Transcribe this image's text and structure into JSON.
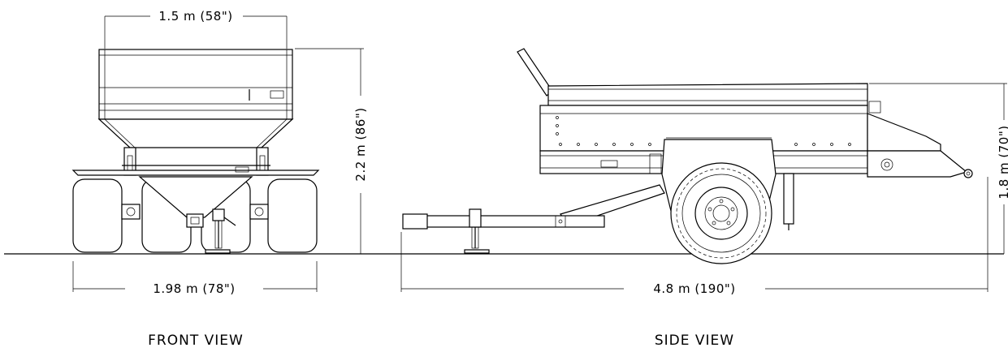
{
  "front_view": {
    "title": "FRONT VIEW",
    "dim_top_width": "1.5 m (58\")",
    "dim_height": "2.2 m (86\")",
    "dim_bottom_width": "1.98 m (78\")"
  },
  "side_view": {
    "title": "SIDE VIEW",
    "dim_length": "4.8 m (190\")",
    "dim_height": "1.8 m (70\")"
  }
}
